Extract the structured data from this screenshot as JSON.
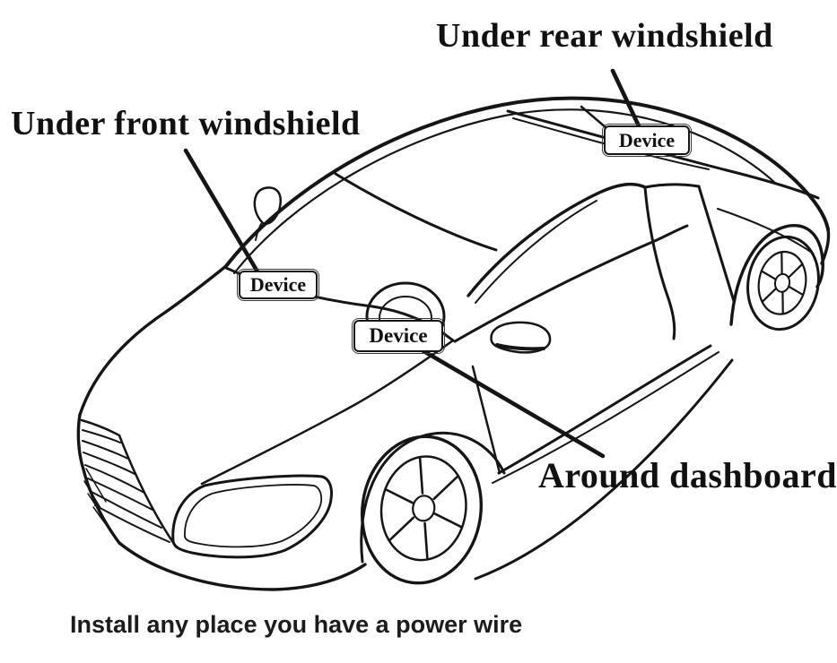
{
  "diagram": {
    "annotations": [
      {
        "id": "under-front-windshield",
        "label": "Under front windshield"
      },
      {
        "id": "under-rear-windshield",
        "label": "Under rear windshield"
      },
      {
        "id": "around-dashboard",
        "label": "Around dashboard"
      }
    ],
    "device_markers": [
      {
        "label": "Device",
        "location": "under-front-windshield"
      },
      {
        "label": "Device",
        "location": "around-dashboard"
      },
      {
        "label": "Device",
        "location": "under-rear-windshield"
      }
    ],
    "caption": "Install any place you have a power wire",
    "colors": {
      "line": "#151515",
      "text": "#111111",
      "background": "#ffffff"
    }
  }
}
